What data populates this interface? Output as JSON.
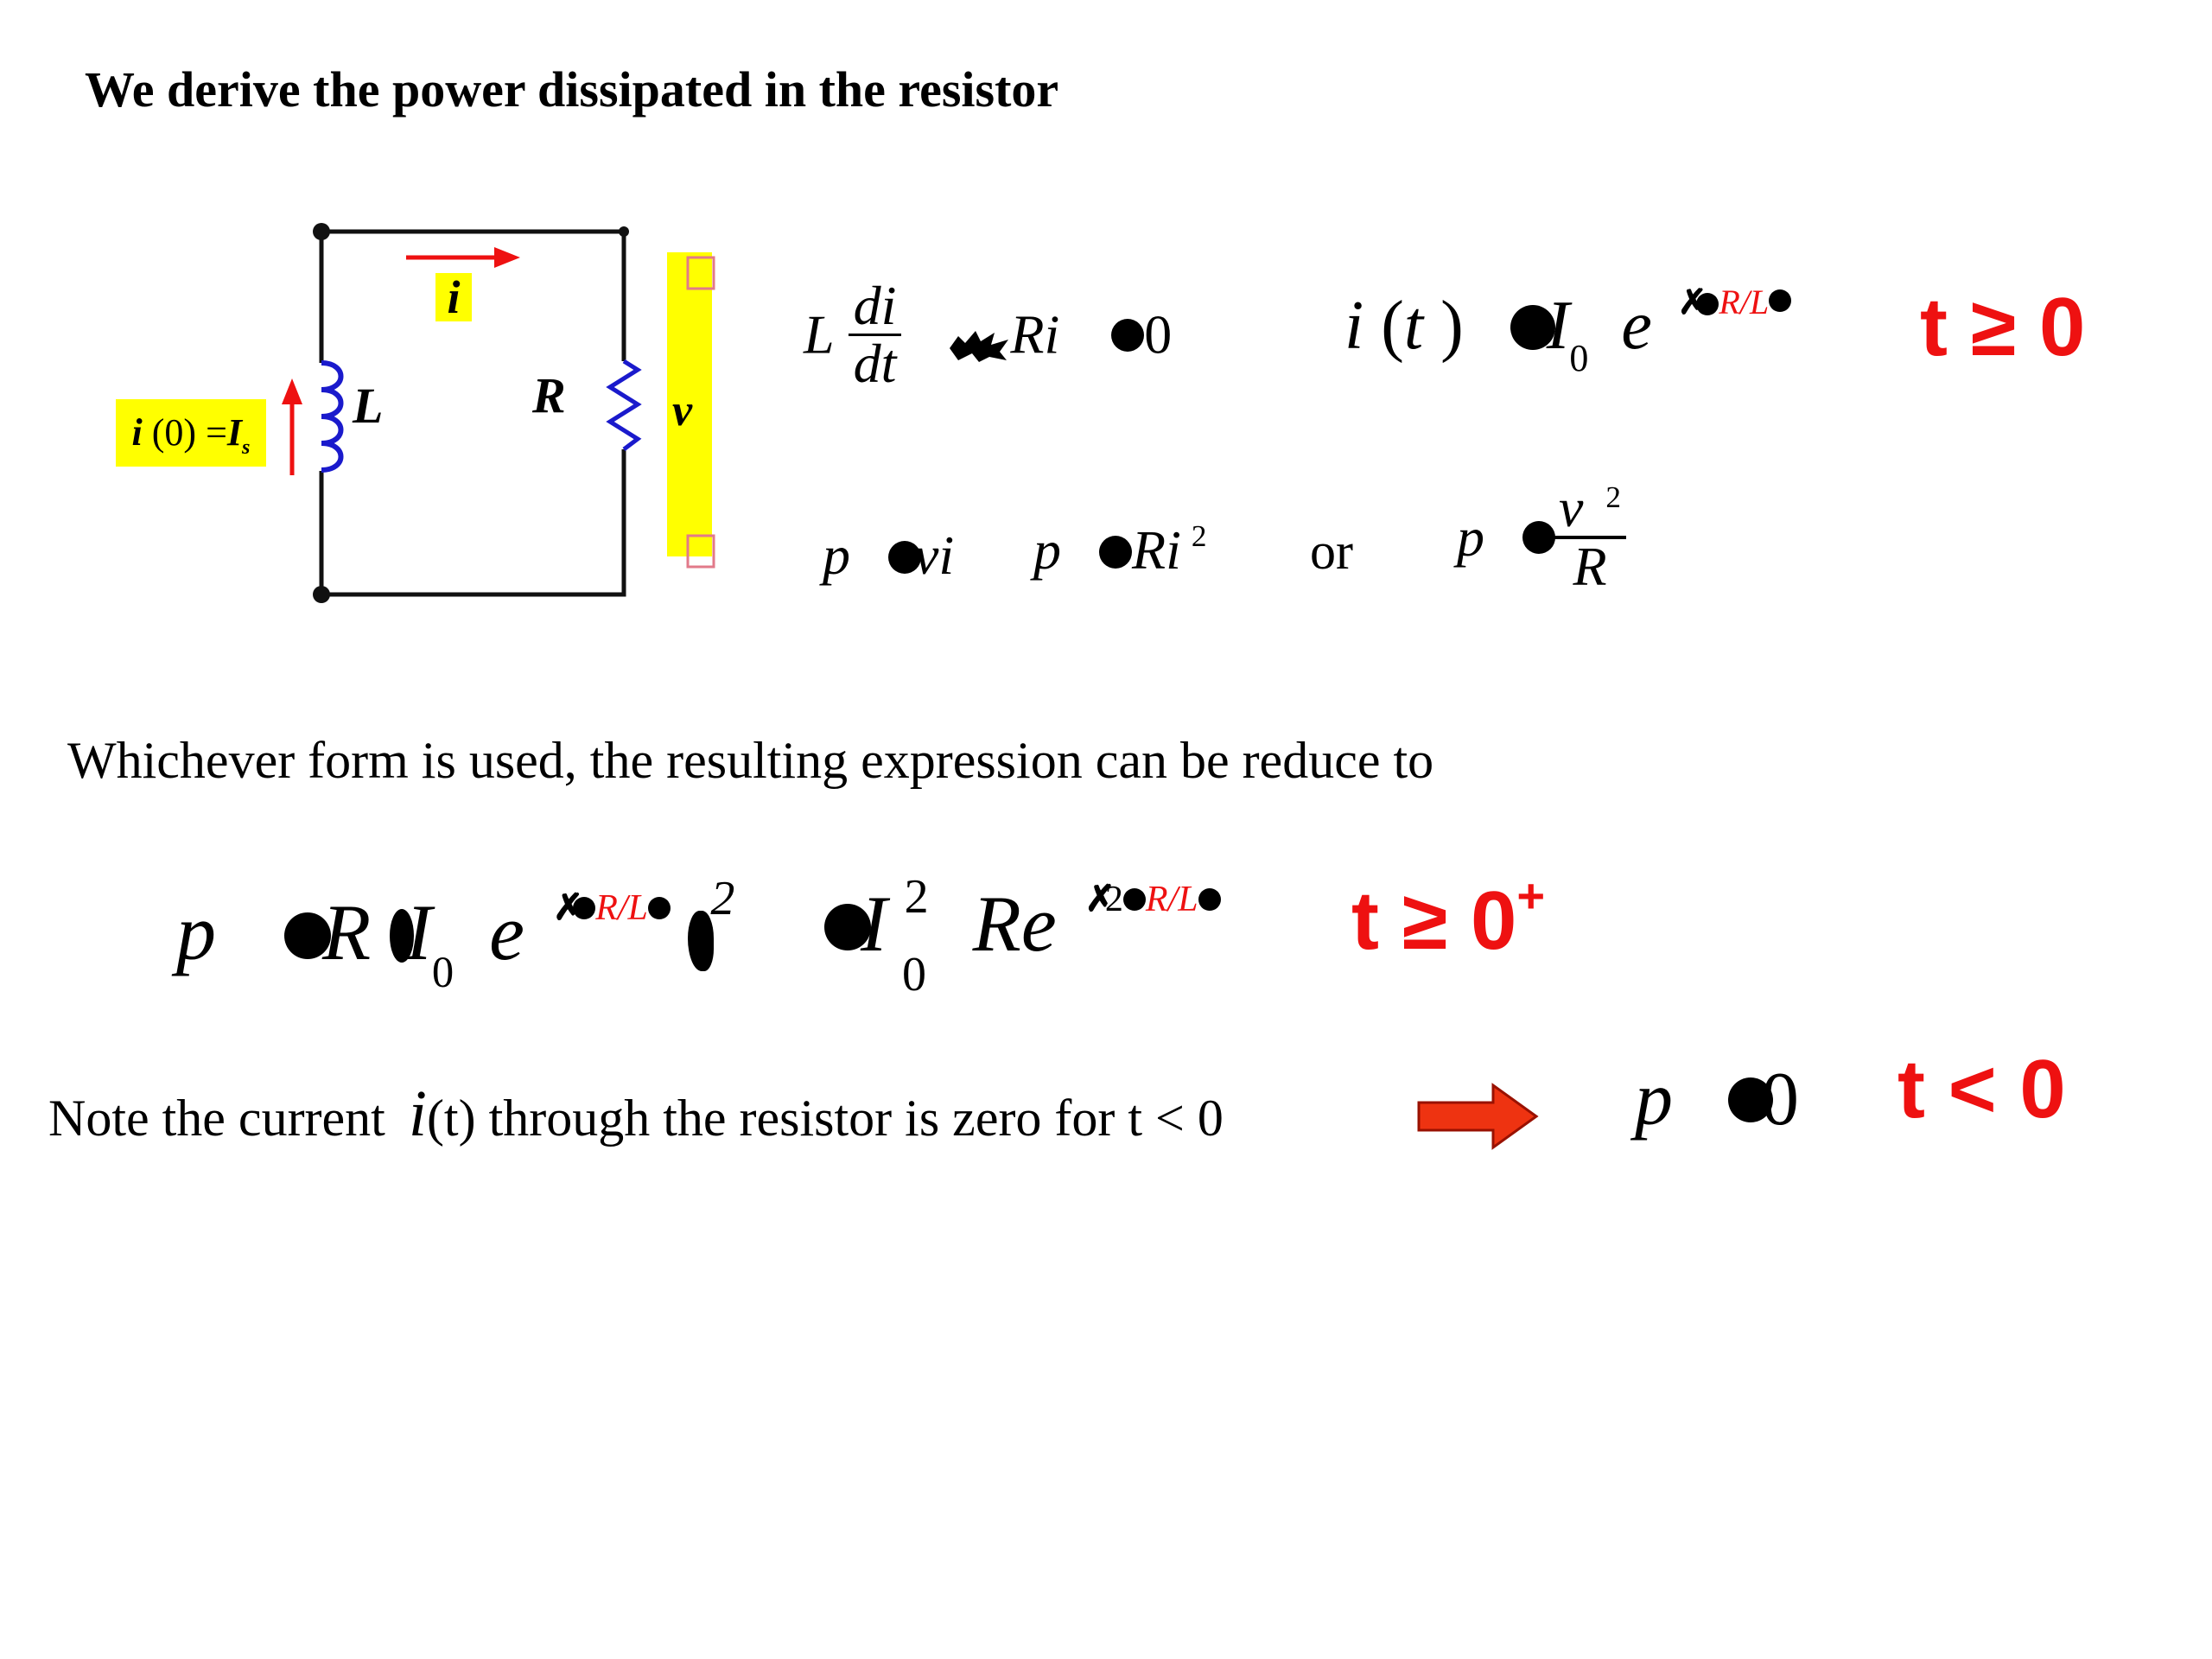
{
  "heading": "We derive the power dissipated in the resistor",
  "circuit": {
    "current_label": "i",
    "inductor_label": "L",
    "resistor_label": "R",
    "voltage_label": "v",
    "initial_condition": {
      "prefix": "i",
      "arg": " (0) =",
      "var": "I",
      "sub": "s"
    }
  },
  "eq_ode": {
    "L": "L",
    "di": "di",
    "dt": "dt",
    "Ri": "Ri",
    "zero": "0"
  },
  "eq_current": {
    "i": "i",
    "t_open": " (",
    "t": "t",
    "t_close": " )",
    "I": "I",
    "sub": "0",
    "e": "e",
    "exp": "R/L",
    "cond": "t ≥ 0"
  },
  "eq_power_forms": {
    "p1": "p",
    "vi": "vi",
    "p2": "p",
    "Ri": "Ri",
    "sq": "2",
    "or": "or",
    "p3": "p",
    "v": "v",
    "v_sq": "2",
    "R": "R"
  },
  "mid_text": "Whichever form is used, the resulting expression can be reduce to",
  "eq_power": {
    "p": "p",
    "R": "R",
    "I": "I",
    "sub0": "0",
    "e": "e",
    "exp1": "R/L",
    "sq1": "2",
    "I2": "I",
    "sq2": "2",
    "sub2": "0",
    "Re": "Re",
    "exp2": "R/L",
    "two": "2",
    "cond": "t ≥ 0",
    "cond_sup": "+"
  },
  "note": {
    "before": "Note the current ",
    "i": "i",
    "after": "(t) through the resistor is zero for  t < 0"
  },
  "eq_zero": {
    "p": "p",
    "zero": "0",
    "cond": "t < 0"
  },
  "colors": {
    "accent_red": "#ee1111",
    "highlight": "#ffff00",
    "coil": "#1a1acc",
    "arrow_fill": "#ee3311"
  }
}
